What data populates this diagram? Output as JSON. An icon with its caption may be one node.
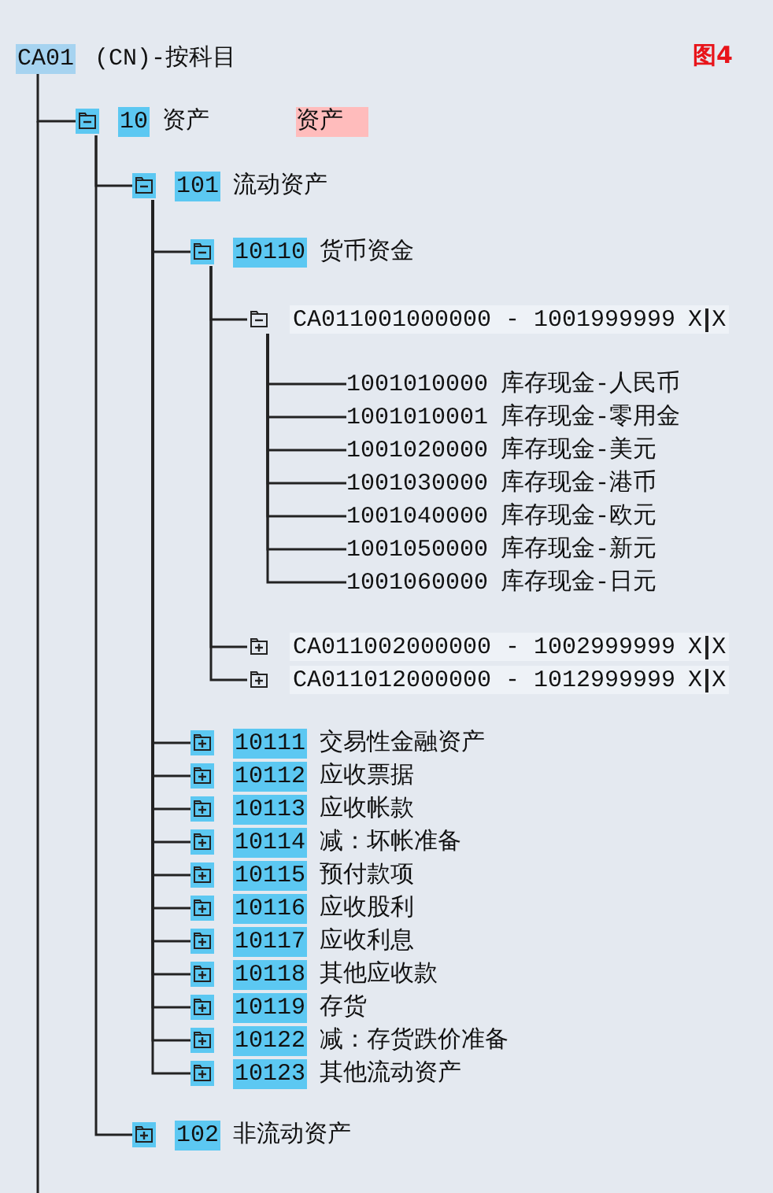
{
  "diagram": {
    "nodes": [
      {
        "text": [
          "CA01",
          "(CN)-按科目"
        ]
      },
      {
        "text": [
          "10",
          "资产",
          "资产"
        ]
      },
      {
        "text": [
          "101",
          "流动资产"
        ]
      },
      {
        "text": [
          "10110",
          "货币资金"
        ]
      },
      {
        "text": [
          "CA011001000000 - 1001999999",
          "X",
          "X"
        ]
      },
      {
        "text": [
          "1001010000",
          "库存现金-人民币"
        ]
      },
      {
        "text": [
          "1001010001",
          "库存现金-零用金"
        ]
      },
      {
        "text": [
          "1001020000",
          "库存现金-美元"
        ]
      },
      {
        "text": [
          "1001030000",
          "库存现金-港币"
        ]
      },
      {
        "text": [
          "1001040000",
          "库存现金-欧元"
        ]
      },
      {
        "text": [
          "1001050000",
          "库存现金-新元"
        ]
      },
      {
        "text": [
          "1001060000",
          "库存现金-日元"
        ]
      },
      {
        "text": [
          "CA011002000000 - 1002999999",
          "X",
          "X"
        ]
      },
      {
        "text": [
          "CA011012000000 - 1012999999",
          "X",
          "X"
        ]
      },
      {
        "text": [
          "10111",
          "交易性金融资产"
        ]
      },
      {
        "text": [
          "10112",
          "应收票据"
        ]
      },
      {
        "text": [
          "10113",
          "应收帐款"
        ]
      },
      {
        "text": [
          "10114",
          "减：坏帐准备"
        ]
      },
      {
        "text": [
          "10115",
          "预付款项"
        ]
      },
      {
        "text": [
          "10116",
          "应收股利"
        ]
      },
      {
        "text": [
          "10117",
          "应收利息"
        ]
      },
      {
        "text": [
          "10118",
          "其他应收款"
        ]
      },
      {
        "text": [
          "10119",
          "存货"
        ]
      },
      {
        "text": [
          "10122",
          "减：存货跌价准备"
        ]
      },
      {
        "text": [
          "10123",
          "其他流动资产"
        ]
      },
      {
        "text": [
          "102",
          "非流动资产"
        ]
      }
    ],
    "edges": [
      {
        "from": 0,
        "to": 1,
        "arrow": "none"
      },
      {
        "from": 1,
        "to": 2,
        "arrow": "none"
      },
      {
        "from": 2,
        "to": 3,
        "arrow": "none"
      },
      {
        "from": 3,
        "to": 4,
        "arrow": "none"
      },
      {
        "from": 4,
        "to": 5,
        "arrow": "none"
      },
      {
        "from": 4,
        "to": 6,
        "arrow": "none"
      },
      {
        "from": 4,
        "to": 7,
        "arrow": "none"
      },
      {
        "from": 4,
        "to": 8,
        "arrow": "none"
      },
      {
        "from": 4,
        "to": 9,
        "arrow": "none"
      },
      {
        "from": 4,
        "to": 10,
        "arrow": "none"
      },
      {
        "from": 4,
        "to": 11,
        "arrow": "none"
      },
      {
        "from": 3,
        "to": 12,
        "arrow": "none"
      },
      {
        "from": 3,
        "to": 13,
        "arrow": "none"
      },
      {
        "from": 2,
        "to": 14,
        "arrow": "none"
      },
      {
        "from": 2,
        "to": 15,
        "arrow": "none"
      },
      {
        "from": 2,
        "to": 16,
        "arrow": "none"
      },
      {
        "from": 2,
        "to": 17,
        "arrow": "none"
      },
      {
        "from": 2,
        "to": 18,
        "arrow": "none"
      },
      {
        "from": 2,
        "to": 19,
        "arrow": "none"
      },
      {
        "from": 2,
        "to": 20,
        "arrow": "none"
      },
      {
        "from": 2,
        "to": 21,
        "arrow": "none"
      },
      {
        "from": 2,
        "to": 22,
        "arrow": "none"
      },
      {
        "from": 2,
        "to": 23,
        "arrow": "none"
      },
      {
        "from": 2,
        "to": 24,
        "arrow": "none"
      },
      {
        "from": 1,
        "to": 25,
        "arrow": "none"
      }
    ],
    "labels": [
      "图4"
    ]
  }
}
